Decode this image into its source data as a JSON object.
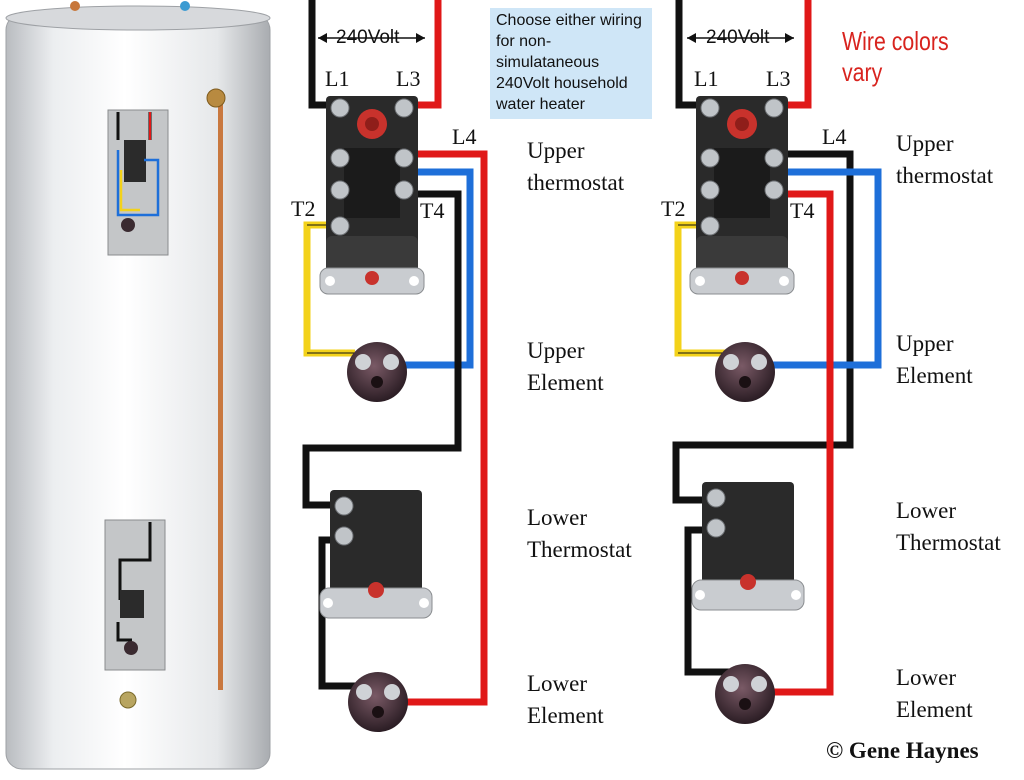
{
  "notes": {
    "wiring_choice": "Choose either wiring for non-simulataneous 240Volt household water heater",
    "wire_colors": "Wire colors vary"
  },
  "copyright": "© Gene Haynes",
  "diagrams": [
    {
      "voltage": "240Volt",
      "terminals": {
        "l1": "L1",
        "l3": "L3",
        "l4": "L4",
        "t2": "T2",
        "t4": "T4"
      },
      "labels": {
        "upper_thermostat": [
          "Upper",
          "thermostat"
        ],
        "upper_element": [
          "Upper",
          "Element"
        ],
        "lower_thermostat": [
          "Lower",
          "Thermostat"
        ],
        "lower_element": [
          "Lower",
          "Element"
        ]
      }
    },
    {
      "voltage": "240Volt",
      "terminals": {
        "l1": "L1",
        "l3": "L3",
        "l4": "L4",
        "t2": "T2",
        "t4": "T4"
      },
      "labels": {
        "upper_thermostat": [
          "Upper",
          "thermostat"
        ],
        "upper_element": [
          "Upper",
          "Element"
        ],
        "lower_thermostat": [
          "Lower",
          "Thermostat"
        ],
        "lower_element": [
          "Lower",
          "Element"
        ]
      }
    }
  ],
  "wire_colors": {
    "black": "#111111",
    "red": "#e01818",
    "blue": "#1e6fd9",
    "yellow": "#f3d21a"
  }
}
